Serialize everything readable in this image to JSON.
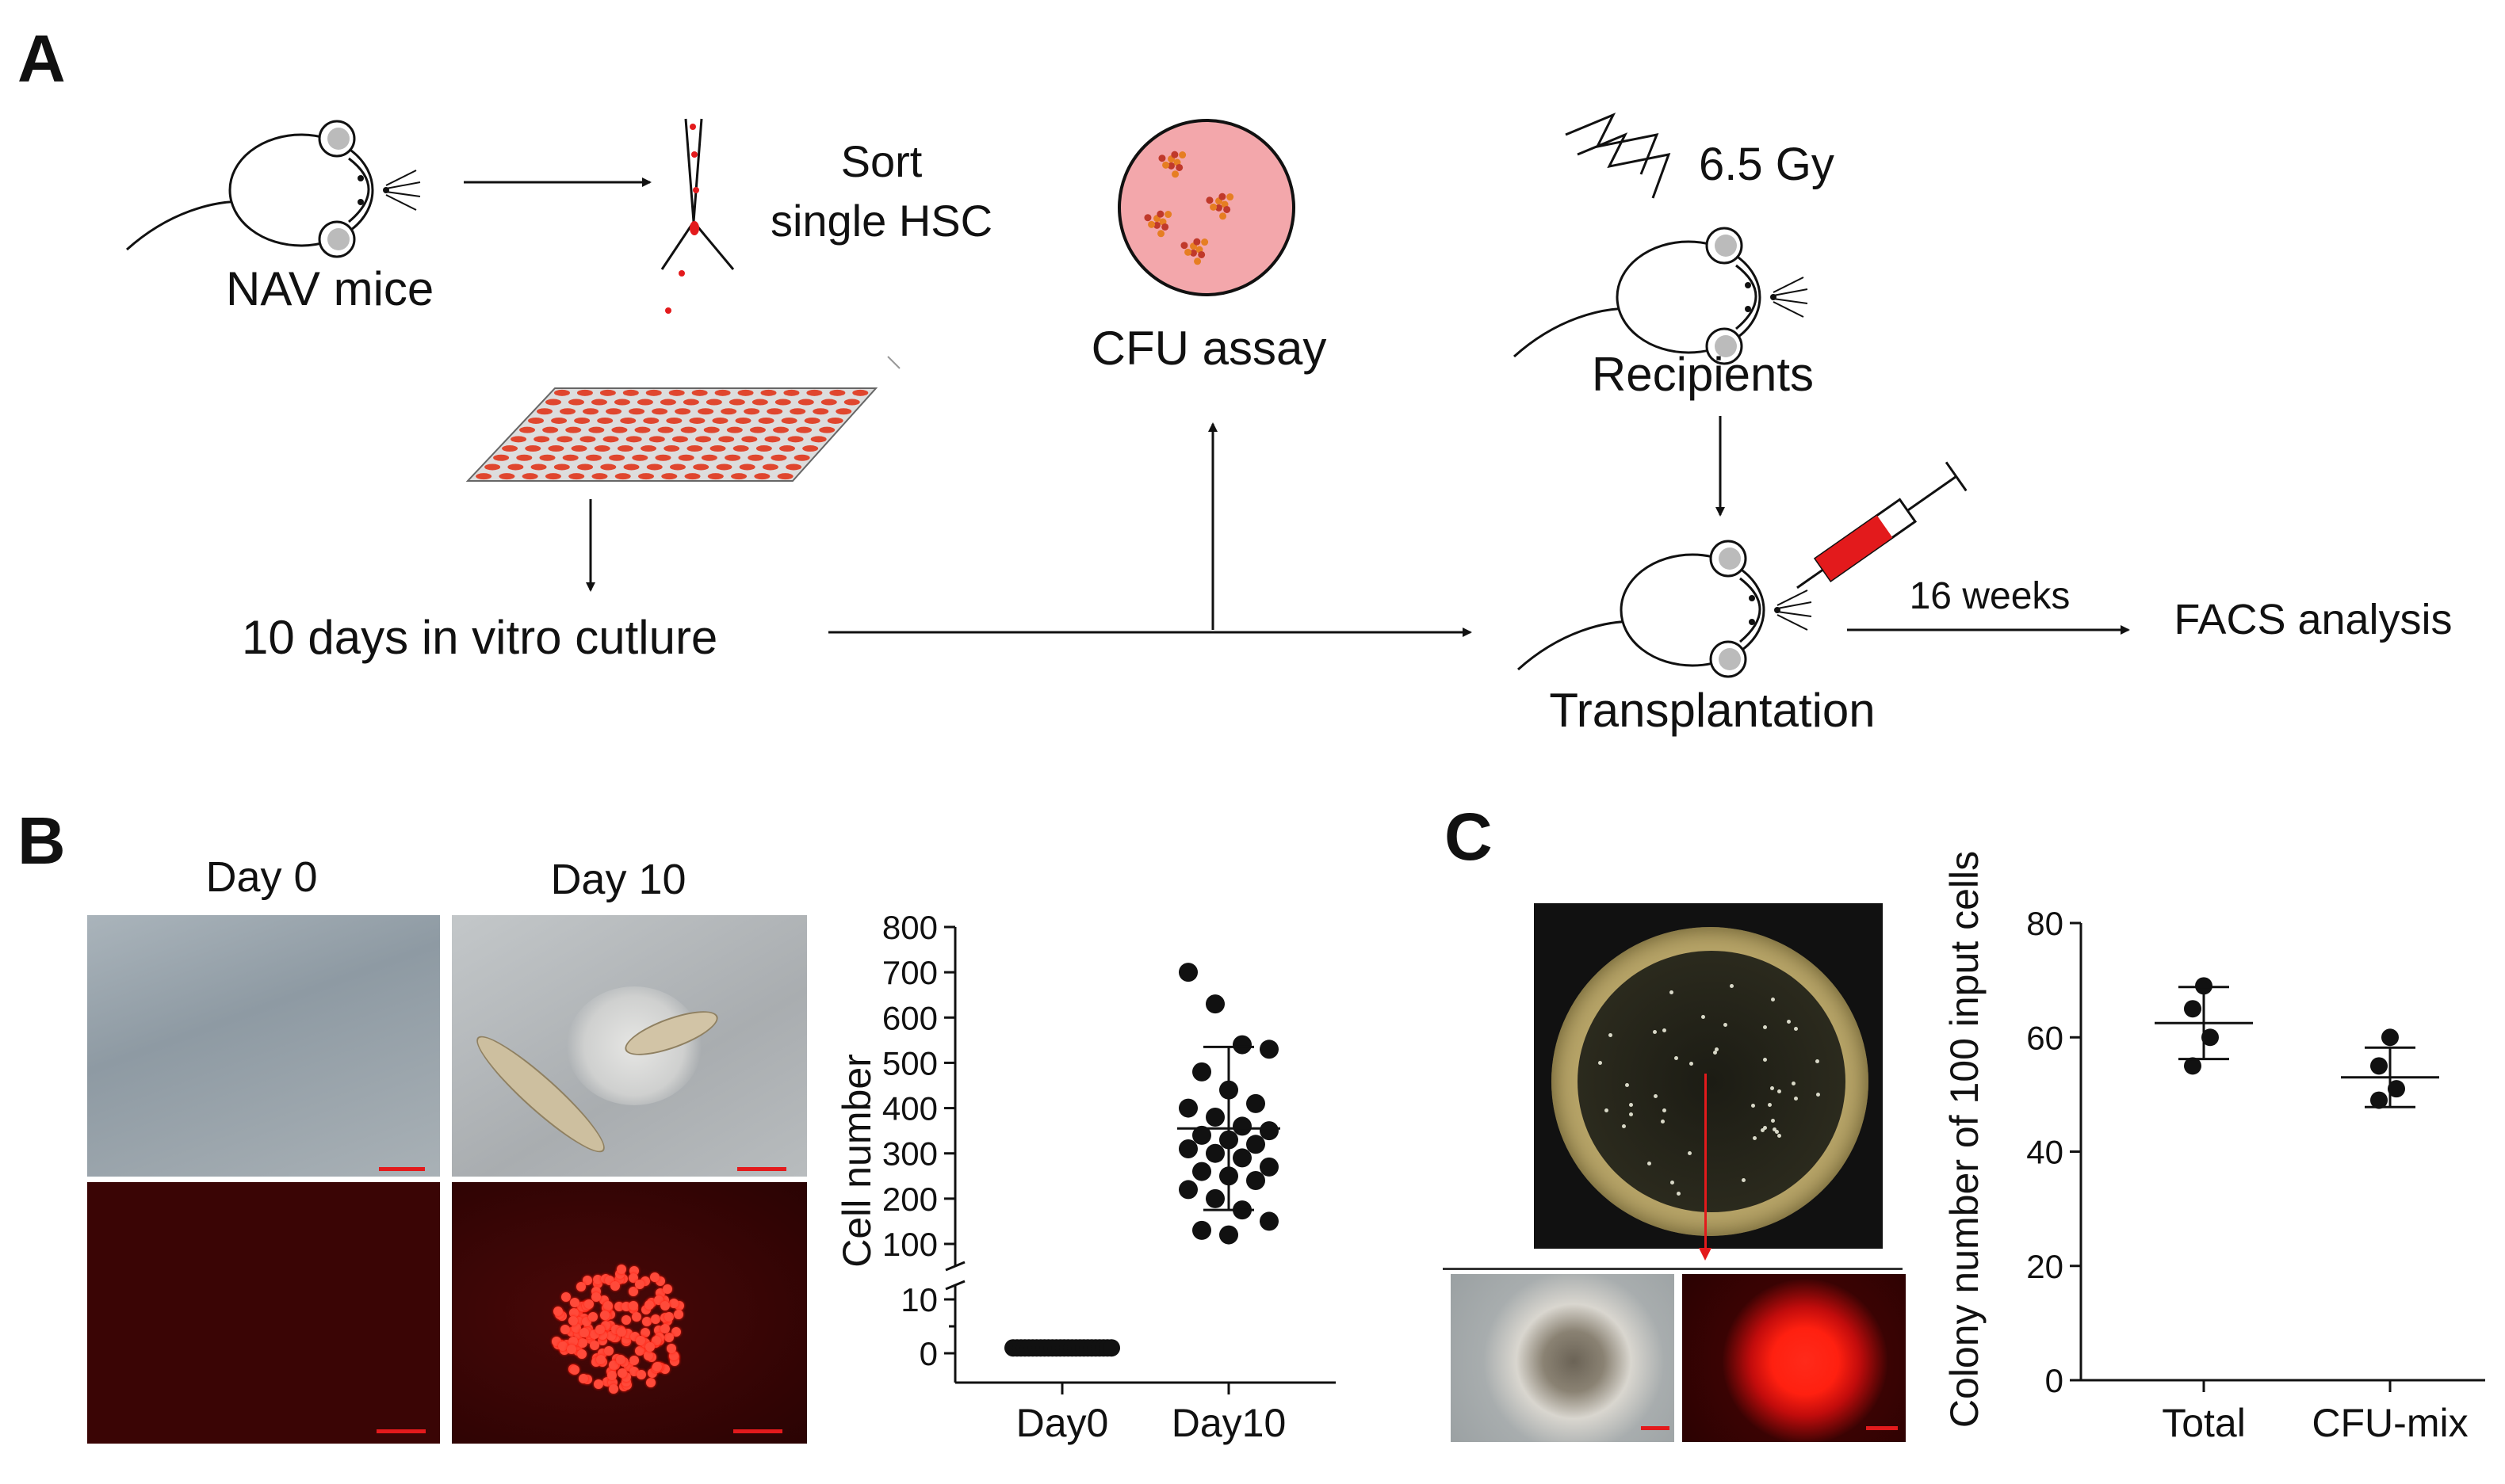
{
  "panels": {
    "a": "A",
    "b": "B",
    "c": "C"
  },
  "workflow": {
    "nav_mice": "NAV mice",
    "sort_line1": "Sort",
    "sort_line2": "single HSC",
    "culture": "10 days in vitro cutlure",
    "cfu_assay": "CFU assay",
    "dose": "6.5 Gy",
    "recipients": "Recipients",
    "transplantation": "Transplantation",
    "duration": "16 weeks",
    "facs": "FACS analysis"
  },
  "micrographs": {
    "day0": "Day 0",
    "day10": "Day 10"
  },
  "colors": {
    "brightfield": "#9aa5ac",
    "fluorescence": "#3a0505",
    "cell_red": "#ff3b30",
    "scale_bar": "#e31a1c",
    "dish_fill": "#f3a7ab"
  },
  "chart_data": [
    {
      "type": "scatter",
      "ylabel": "Cell number",
      "categories": [
        "Day0",
        "Day10"
      ],
      "ylim": [
        0,
        800
      ],
      "axis_break": [
        10,
        100
      ],
      "yticks_lower": [
        0,
        10
      ],
      "yticks_upper": [
        100,
        200,
        300,
        400,
        500,
        600,
        700,
        800
      ],
      "series": [
        {
          "values": [
            [
              1,
              1,
              1,
              1,
              1,
              1,
              1,
              1,
              1,
              1,
              1,
              1,
              1,
              1,
              1,
              1,
              1,
              1,
              1,
              1,
              1,
              1,
              1,
              1,
              1,
              1
            ],
            [
              700,
              630,
              540,
              530,
              480,
              440,
              410,
              400,
              380,
              360,
              350,
              340,
              330,
              320,
              310,
              300,
              290,
              270,
              260,
              250,
              240,
              220,
              200,
              175,
              150,
              130,
              120
            ]
          ],
          "mean": [
            1,
            355
          ],
          "sd": [
            0,
            180
          ]
        }
      ]
    },
    {
      "type": "scatter",
      "ylabel": "Colony number of 100 input cells",
      "categories": [
        "Total",
        "CFU-mix"
      ],
      "ylim": [
        0,
        80
      ],
      "yticks": [
        0,
        20,
        40,
        60,
        80
      ],
      "series": [
        {
          "values": [
            [
              69,
              65,
              60,
              55
            ],
            [
              60,
              55,
              51,
              49
            ]
          ],
          "mean": [
            62.5,
            53
          ],
          "sd": [
            6.3,
            5.2
          ]
        }
      ]
    }
  ]
}
